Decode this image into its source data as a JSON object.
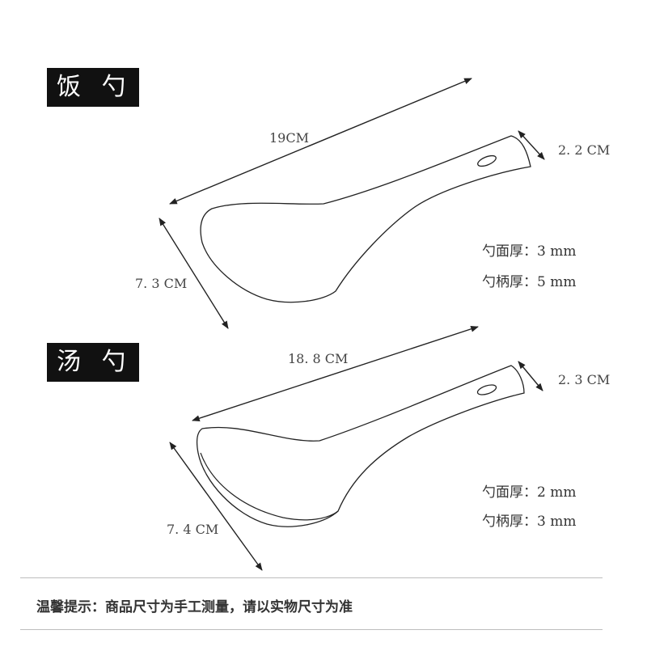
{
  "rice_spoon": {
    "title": "饭 勺",
    "length": "19CM",
    "handle_width": "2. 2 CM",
    "bowl_width": "7. 3 CM",
    "bowl_thickness": "勺面厚：3 mm",
    "handle_thickness": "勺柄厚：5 mm"
  },
  "soup_spoon": {
    "title": "汤 勺",
    "length": "18. 8 CM",
    "handle_width": "2. 3 CM",
    "bowl_width": "7. 4 CM",
    "bowl_thickness": "勺面厚：2  mm",
    "handle_thickness": "勺柄厚：3  mm"
  },
  "footer": {
    "note": "温馨提示：商品尺寸为手工测量，请以实物尺寸为准"
  }
}
